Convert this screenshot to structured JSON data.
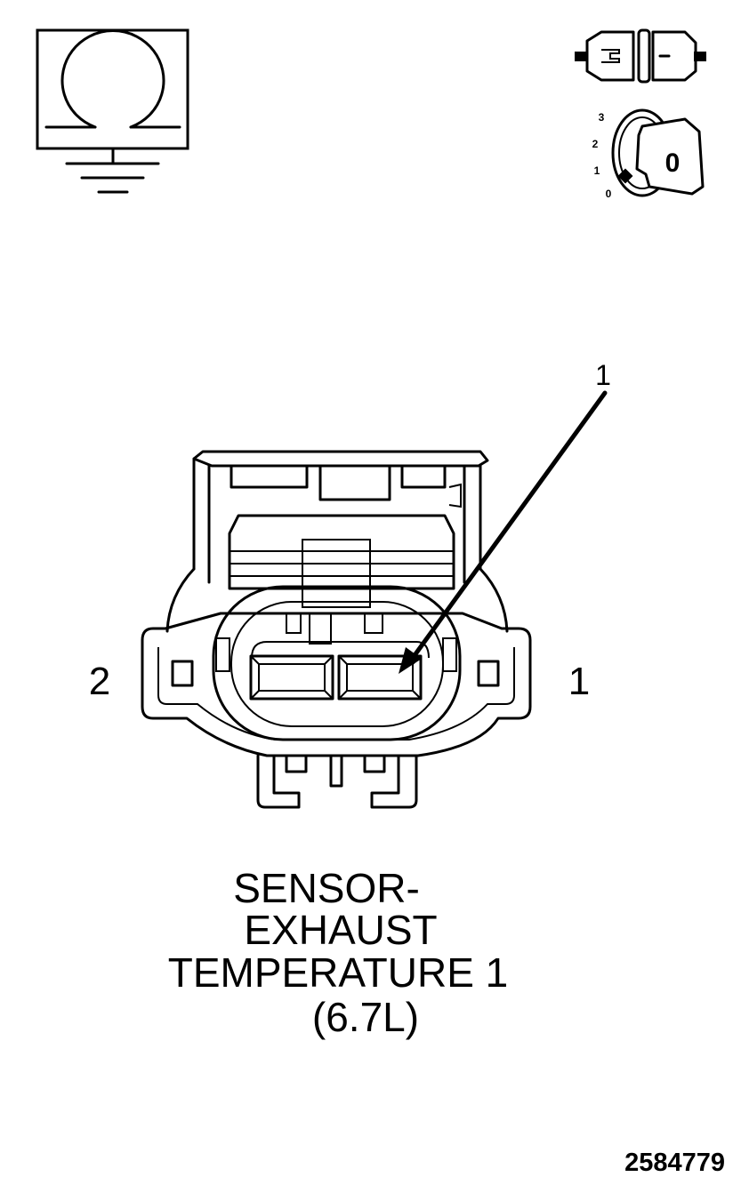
{
  "title_lines": [
    "SENSOR-",
    "EXHAUST",
    "TEMPERATURE 1",
    "(6.7L)"
  ],
  "callout_label": "1",
  "pin_labels": {
    "left": "2",
    "right": "1"
  },
  "ignition_positions": [
    "3",
    "2",
    "1",
    "0"
  ],
  "ignition_key_label": "0",
  "figure_number": "2584779",
  "icons": {
    "resistance": "ohm-ground-icon",
    "connector": "disconnected-connector-icon",
    "ignition": "ignition-key-off-icon"
  }
}
